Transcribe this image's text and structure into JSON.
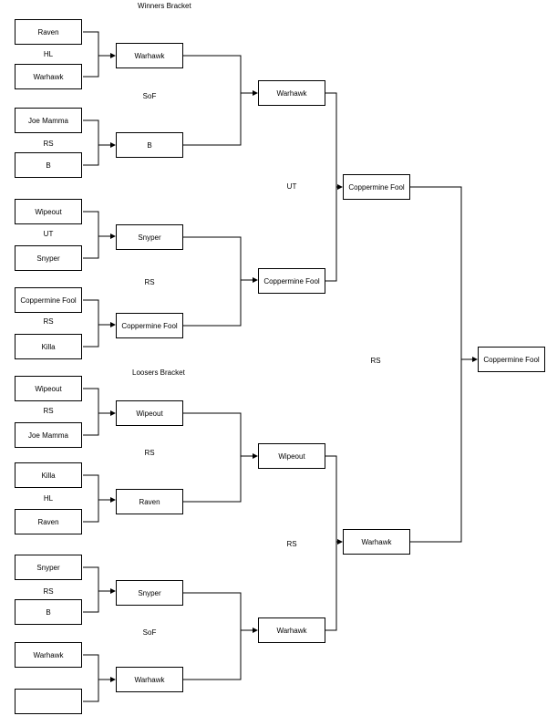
{
  "titles": {
    "winners": "Winners Bracket",
    "losers": "Loosers Bracket"
  },
  "winners": {
    "round1": [
      "Raven",
      "Warhawk",
      "Joe Mamma",
      "B",
      "Wipeout",
      "Snyper",
      "Coppermine Fool",
      "Killa"
    ],
    "round1_labels": [
      "HL",
      "RS",
      "UT",
      "RS"
    ],
    "round2": [
      "Warhawk",
      "B",
      "Snyper",
      "Coppermine Fool"
    ],
    "round2_labels": [
      "SoF",
      "RS"
    ],
    "round3": [
      "Warhawk",
      "Coppermine Fool"
    ],
    "round3_label": "UT",
    "final": "Coppermine Fool"
  },
  "losers": {
    "round1": [
      "Wipeout",
      "Joe Mamma",
      "Killa",
      "Raven",
      "Snyper",
      "B",
      "Warhawk",
      ""
    ],
    "round1_labels": [
      "RS",
      "HL",
      "RS"
    ],
    "round2": [
      "Wipeout",
      "Raven",
      "Snyper",
      "Warhawk"
    ],
    "round2_labels": [
      "RS",
      "SoF"
    ],
    "round3": [
      "Wipeout",
      "Warhawk"
    ],
    "round3_label": "RS",
    "final": "Warhawk"
  },
  "grand_final_label": "RS",
  "champion": "Coppermine Fool"
}
